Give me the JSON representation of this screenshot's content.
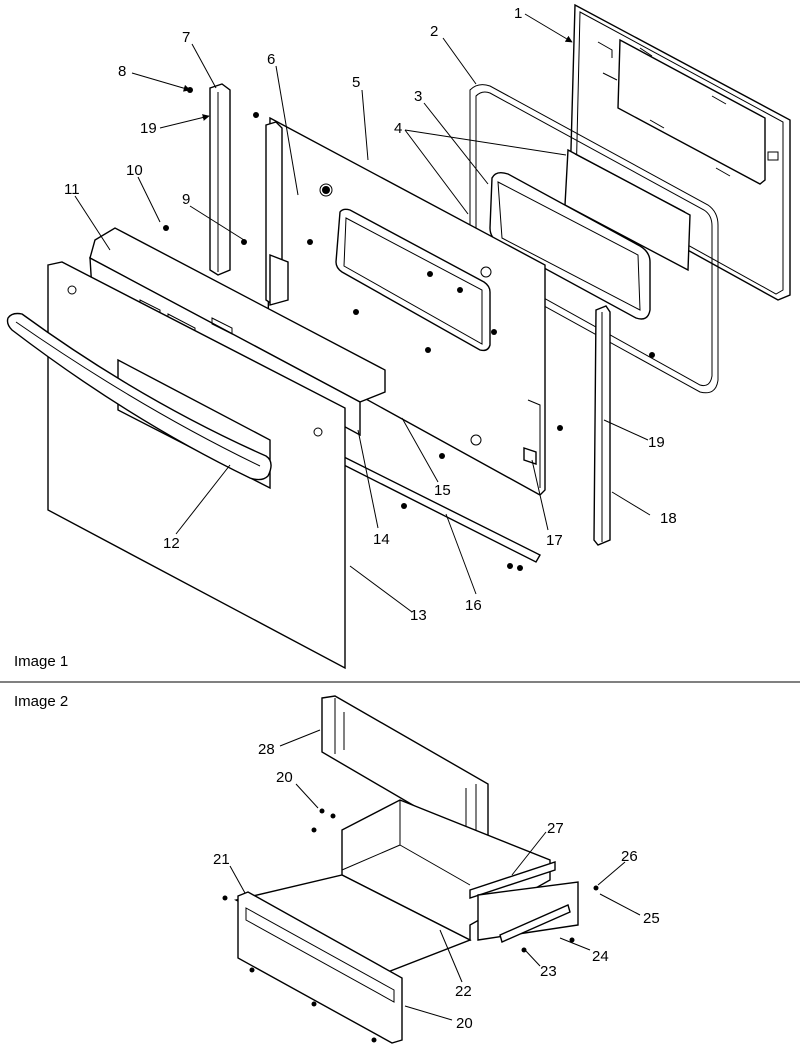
{
  "sections": [
    {
      "id": "image-1",
      "label": "Image 1"
    },
    {
      "id": "image-2",
      "label": "Image 2"
    }
  ],
  "callouts_image1": [
    "1",
    "2",
    "3",
    "4",
    "5",
    "6",
    "7",
    "8",
    "19",
    "10",
    "9",
    "11",
    "12",
    "13",
    "14",
    "15",
    "16",
    "17",
    "18",
    "19"
  ],
  "callouts_image2": [
    "28",
    "20",
    "21",
    "22",
    "27",
    "26",
    "25",
    "24",
    "23",
    "20"
  ]
}
